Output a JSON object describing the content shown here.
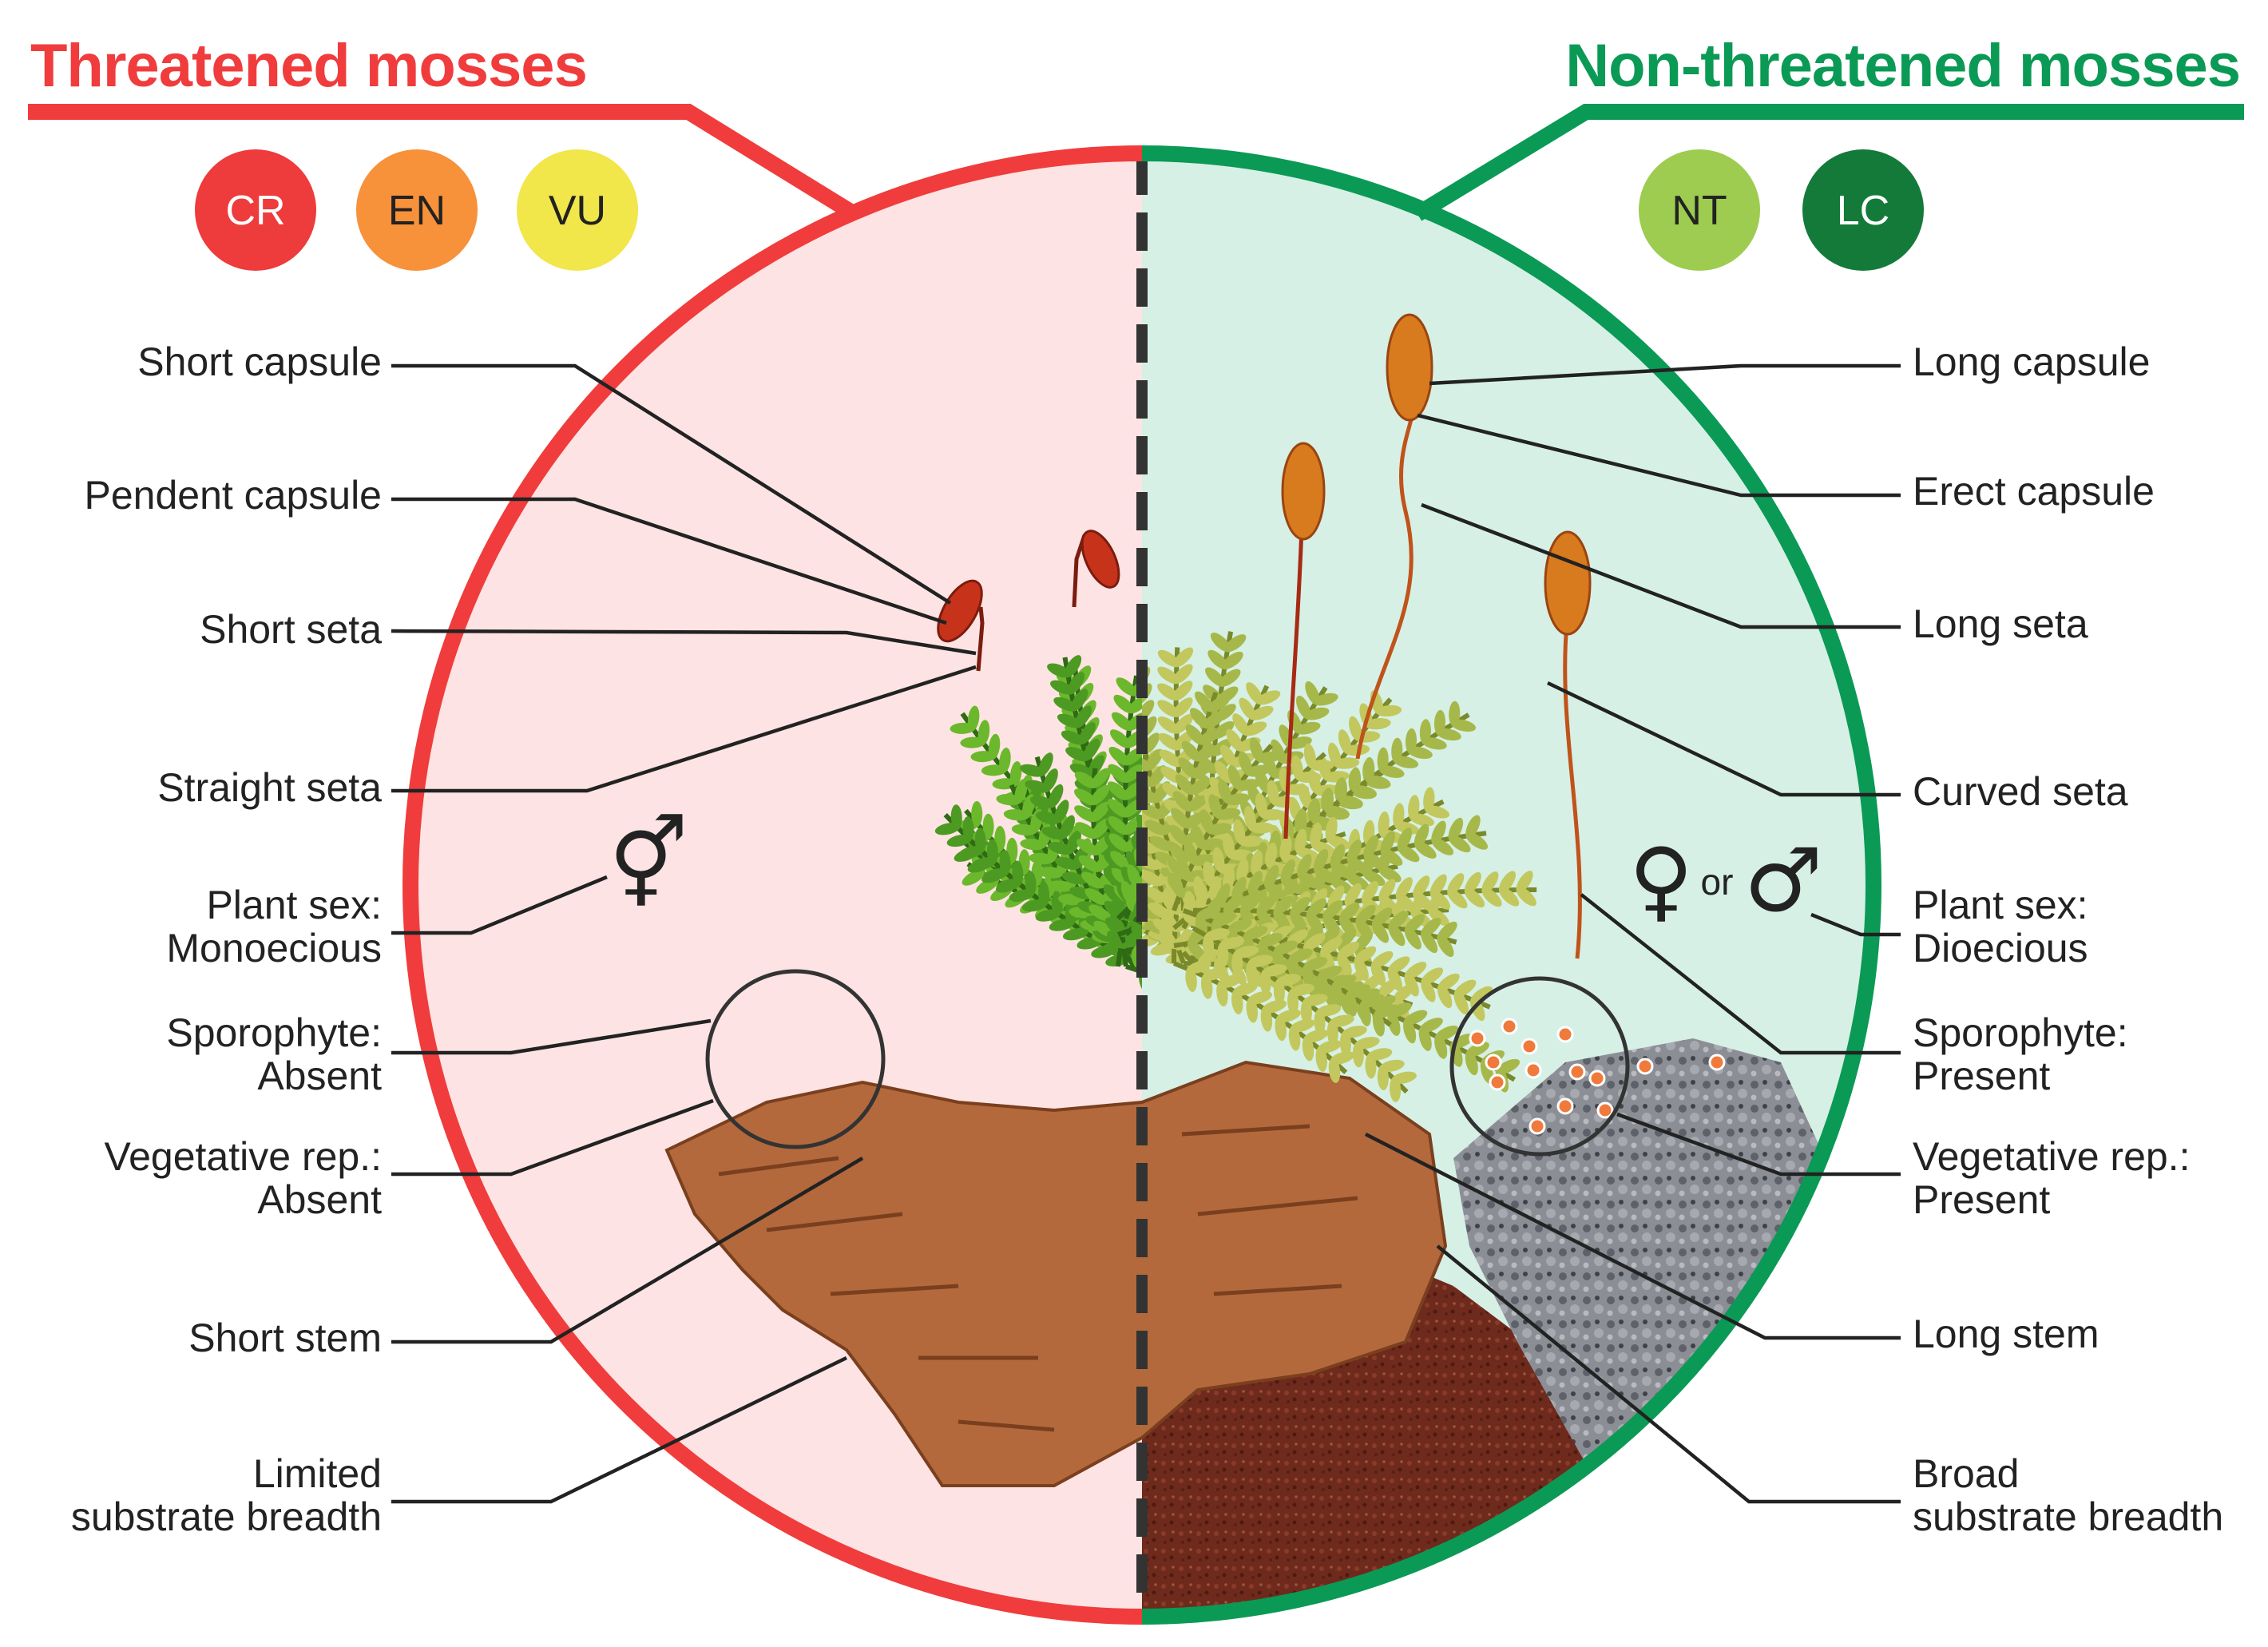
{
  "titles": {
    "left": "Threatened mosses",
    "right": "Non-threatened mosses"
  },
  "colors": {
    "threatened": "#f03c3c",
    "non_threatened": "#0a9a55",
    "left_fill": "#fde3e3",
    "right_fill": "#d6f0e6",
    "CR": "#ee3b3b",
    "EN": "#f7913a",
    "VU": "#f1e64a",
    "NT": "#9dcc50",
    "LC": "#137a3a"
  },
  "badges": {
    "left": [
      "CR",
      "EN",
      "VU"
    ],
    "right": [
      "NT",
      "LC"
    ]
  },
  "left_labels": [
    [
      "Short capsule"
    ],
    [
      "Pendent capsule"
    ],
    [
      "Short seta"
    ],
    [
      "Straight seta"
    ],
    [
      "Plant sex:",
      "Monoecious"
    ],
    [
      "Sporophyte:",
      "Absent"
    ],
    [
      "Vegetative rep.:",
      "Absent"
    ],
    [
      "Short stem"
    ],
    [
      "Limited",
      "substrate breadth"
    ]
  ],
  "right_labels": [
    [
      "Long capsule"
    ],
    [
      "Erect capsule"
    ],
    [
      "Long seta"
    ],
    [
      "Curved seta"
    ],
    [
      "Plant sex:",
      "Dioecious"
    ],
    [
      "Sporophyte:",
      "Present"
    ],
    [
      "Vegetative rep.:",
      "Present"
    ],
    [
      "Long stem"
    ],
    [
      "Broad",
      "substrate breadth"
    ]
  ],
  "symbols": {
    "monoecious": "⚥",
    "female": "♀",
    "or": "or",
    "male": "♂"
  }
}
